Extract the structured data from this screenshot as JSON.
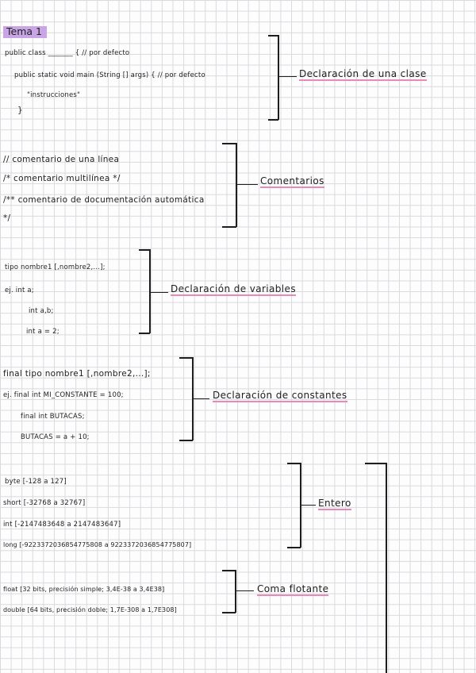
{
  "title": "Tema 1",
  "section_class": {
    "lines": [
      "public class _______ {  // por defecto",
      "public static void main (String [] args) {   // por defecto",
      "\"instrucciones\"",
      "}"
    ],
    "label": "Declaración de una clase"
  },
  "section_comments": {
    "lines": [
      "// comentario de una línea",
      "/* comentario multilínea */",
      "/** comentario de documentación automática",
      "*/"
    ],
    "label": "Comentarios"
  },
  "section_vars": {
    "lines": [
      "tipo nombre1 [,nombre2,...];",
      "ej.  int a;",
      "int a,b;",
      "int a = 2;"
    ],
    "label": "Declaración de variables"
  },
  "section_consts": {
    "lines": [
      "final tipo nombre1 [,nombre2,...];",
      "ej. final int MI_CONSTANTE = 100;",
      "final int BUTACAS;",
      "BUTACAS = a + 10;"
    ],
    "label": "Declaración de constantes"
  },
  "section_int": {
    "lines": [
      "byte [-128 a 127]",
      "short [-32768 a 32767]",
      "int [-2147483648 a 2147483647]",
      "long [-9223372036854775808 a 9223372036854775807]"
    ],
    "label": "Entero"
  },
  "section_float": {
    "lines": [
      "float [32 bits, precisión simple; 3,4E-38 a 3,4E38]",
      "double [64 bits, precisión doble; 1,7E-308 a 1,7E308]"
    ],
    "label": "Coma flotante"
  }
}
